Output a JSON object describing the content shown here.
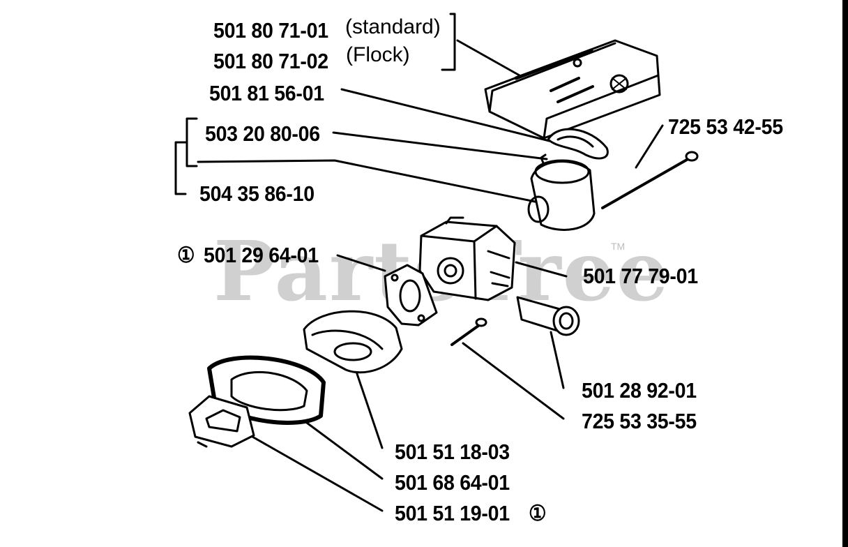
{
  "watermark": {
    "text": "PartsTree",
    "trademark": "TM",
    "color": "#c8c8c8"
  },
  "labels": {
    "air_filter_standard": {
      "part": "501 80 71-01",
      "note": "(standard)"
    },
    "air_filter_flock": {
      "part": "501 80 71-02",
      "note": "(Flock)"
    },
    "filter_gasket": {
      "part": "501 81 56-01"
    },
    "connector_a": {
      "part": "503 20 80-06"
    },
    "connector_b": {
      "part": "504 35 86-10"
    },
    "screw_long": {
      "part": "725 53 42-55"
    },
    "carb_gasket": {
      "part": "501 29 64-01",
      "marker": "①"
    },
    "carburetor": {
      "part": "501 77 79-01"
    },
    "fuel_filter": {
      "part": "501 28 92-01"
    },
    "screw_short": {
      "part": "725 53 35-55"
    },
    "intake_adapter": {
      "part": "501 51 18-03"
    },
    "intake_rubber": {
      "part": "501 68 64-01"
    },
    "intake_gasket": {
      "part": "501 51 19-01",
      "marker": "①"
    }
  },
  "colors": {
    "ink": "#000000",
    "paper": "#ffffff",
    "frame": "#000000"
  }
}
